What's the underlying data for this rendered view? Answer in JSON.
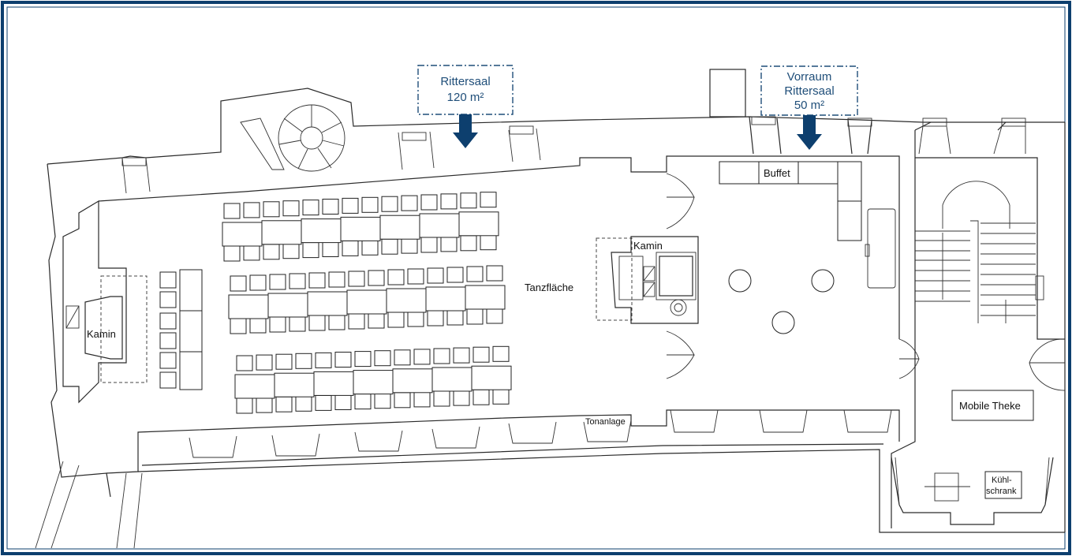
{
  "colors": {
    "frame": "#0d3f6e",
    "callout": "#1f4e79",
    "arrow": "#0d3f6e",
    "line": "#2a2a2a"
  },
  "callouts": {
    "rittersaal": {
      "line1": "Rittersaal",
      "line2": "120 m²"
    },
    "vorraum": {
      "line1": "Vorraum",
      "line2": "Rittersaal",
      "line3": "50 m²"
    }
  },
  "labels": {
    "kamin_left": "Kamin",
    "kamin_center": "Kamin",
    "tanzflaeche": "Tanzfläche",
    "buffet": "Buffet",
    "tonanlage": "Tonanlage",
    "mobile_theke": "Mobile Theke",
    "kuehlschrank_line1": "Kühl-",
    "kuehlschrank_line2": "schrank"
  }
}
